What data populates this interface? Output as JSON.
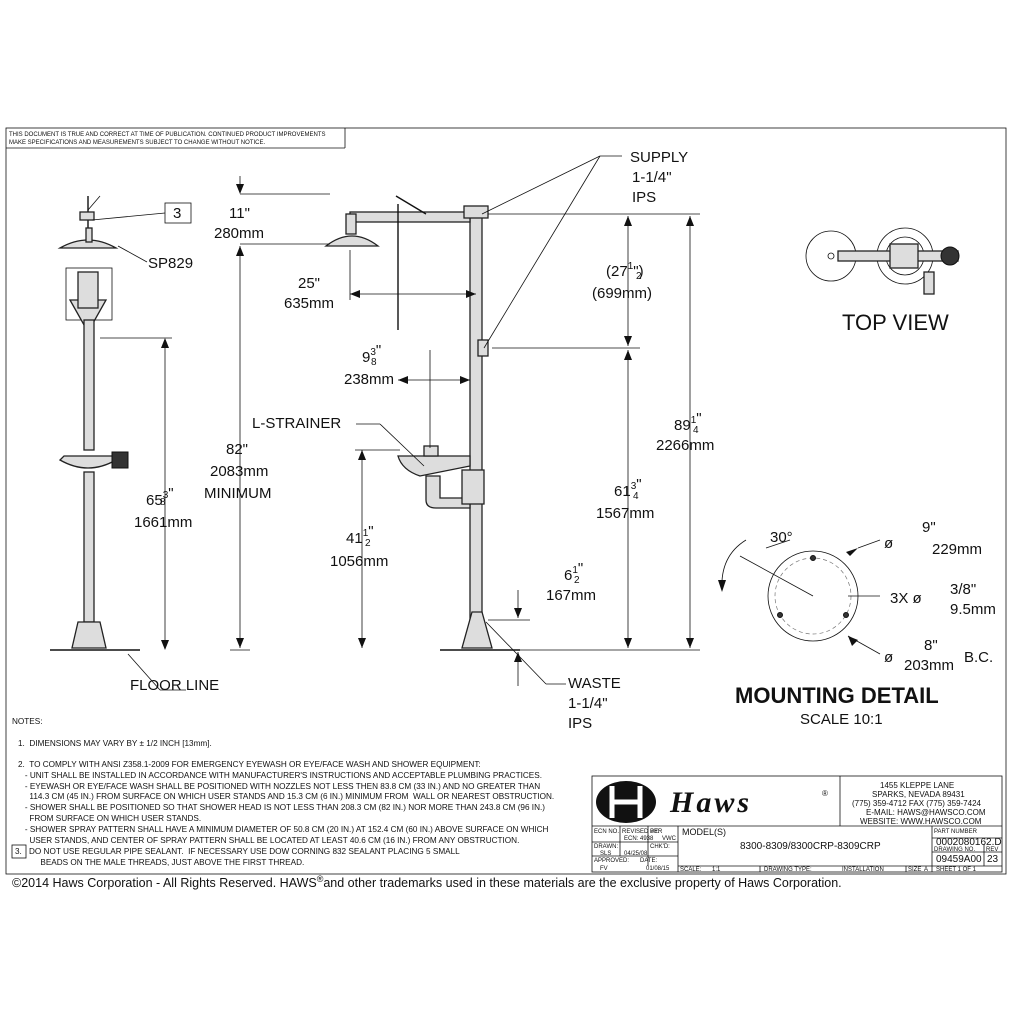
{
  "disclaimer_1": "THIS DOCUMENT IS TRUE AND CORRECT AT TIME OF PUBLICATION. CONTINUED PRODUCT IMPROVEMENTS",
  "disclaimer_2": "MAKE SPECIFICATIONS AND MEASUREMENTS SUBJECT TO CHANGE WITHOUT NOTICE.",
  "callouts": {
    "note_ref": "3",
    "sp829": "SP829",
    "supply_1": "SUPPLY",
    "supply_2": "1-1/4\"",
    "supply_3": "IPS",
    "l_strainer": "L-STRAINER",
    "floor_line": "FLOOR LINE",
    "waste_1": "WASTE",
    "waste_2": "1-1/4\"",
    "waste_3": "IPS"
  },
  "dims": {
    "d11_in": "11\"",
    "d11_mm": "280mm",
    "d25_in": "25\"",
    "d25_mm": "635mm",
    "d9_whole": "9",
    "d9_frac_n": "3",
    "d9_frac_d": "8",
    "d9_unit": "\"",
    "d9_mm": "238mm",
    "d82_in": "82\"",
    "d82_mm": "2083mm",
    "d82_min": "MINIMUM",
    "d65_whole": "65",
    "d65_frac_n": "3",
    "d65_frac_d": "8",
    "d65_unit": "\"",
    "d65_mm": "1661mm",
    "d41_whole": "41",
    "d41_frac_n": "1",
    "d41_frac_d": "2",
    "d41_unit": "\"",
    "d41_mm": "1056mm",
    "d27_open": "(27",
    "d27_frac_n": "1",
    "d27_frac_d": "2",
    "d27_close": "\")",
    "d27_mm": "(699mm)",
    "d89_whole": "89",
    "d89_frac_n": "1",
    "d89_frac_d": "4",
    "d89_unit": "\"",
    "d89_mm": "2266mm",
    "d61_whole": "61",
    "d61_frac_n": "3",
    "d61_frac_d": "4",
    "d61_unit": "\"",
    "d61_mm": "1567mm",
    "d6_whole": "6",
    "d6_frac_n": "1",
    "d6_frac_d": "2",
    "d6_unit": "\"",
    "d6_mm": "167mm"
  },
  "top_view_label": "TOP VIEW",
  "mounting": {
    "angle": "30°",
    "dia_sym": "ø",
    "d9_in": "9\"",
    "d9_mm": "229mm",
    "holes_prefix": "3X ø",
    "holes_in": "3/8\"",
    "holes_mm": "9.5mm",
    "bc_in": "8\"",
    "bc_mm": "203mm",
    "bc_label": "B.C.",
    "title": "MOUNTING DETAIL",
    "scale": "SCALE 10:1"
  },
  "notes": {
    "heading": "NOTES:",
    "n1": "1.  DIMENSIONS MAY VARY BY ± 1/2 INCH [13mm].",
    "n2": "2.  TO COMPLY WITH ANSI Z358.1-2009 FOR EMERGENCY EYEWASH OR EYE/FACE WASH AND SHOWER EQUIPMENT:\n   - UNIT SHALL BE INSTALLED IN ACCORDANCE WITH MANUFACTURER'S INSTRUCTIONS AND ACCEPTABLE PLUMBING PRACTICES.\n   - EYEWASH OR EYE/FACE WASH SHALL BE POSITIONED WITH NOZZLES NOT LESS THEN 83.8 CM (33 IN.) AND NO GREATER THAN\n     114.3 CM (45 IN.) FROM SURFACE ON WHICH USER STANDS AND 15.3 CM (6 IN.) MINIMUM FROM  WALL OR NEAREST OBSTRUCTION.\n   - SHOWER SHALL BE POSITIONED SO THAT SHOWER HEAD IS NOT LESS THAN 208.3 CM (82 IN.) NOR MORE THAN 243.8 CM (96 IN.)\n     FROM SURFACE ON WHICH USER STANDS.\n   - SHOWER SPRAY PATTERN SHALL HAVE A MINIMUM DIAMETER OF 50.8 CM (20 IN.) AT 152.4 CM (60 IN.) ABOVE SURFACE ON WHICH\n     USER STANDS, AND CENTER OF SPRAY PATTERN SHALL BE LOCATED AT LEAST 40.6 CM (16 IN.) FROM ANY OBSTRUCTION.",
    "n3_num": "3.",
    "n3": "DO NOT USE REGULAR PIPE SEALANT.  IF NECESSARY USE DOW CORNING 832 SEALANT PLACING 5 SMALL\n     BEADS ON THE MALE THREADS, JUST ABOVE THE FIRST THREAD."
  },
  "title_block": {
    "logo_text": "Haws",
    "reg": "®",
    "addr_1": "1455 KLEPPE LANE",
    "addr_2": "SPARKS, NEVADA  89431",
    "addr_3": "(775) 359-4712  FAX (775) 359-7424",
    "addr_4": "E-MAIL:  HAWS@HAWSCO.COM",
    "addr_5": "WEBSITE: WWW.HAWSCO.COM",
    "ecn_no": "ECN NO.",
    "revised_per": "REVISED PER",
    "ecn_val": "ECN: 4938",
    "by": "BY:",
    "by_val": "VWC",
    "drawn": "DRAWN:",
    "drawn_val": "SLS",
    "date1": "04/25/08",
    "chkd": "CHK'D:",
    "approved": "APPROVED:",
    "approved_val": "FV",
    "date_lbl": "DATE:",
    "date2": "01/08/15",
    "models_lbl": "MODEL(S)",
    "models": "8300-8309/8300CRP-8309CRP",
    "scale_lbl": "SCALE:",
    "scale_val": "1:1",
    "drawing_type_lbl": "DRAWING TYPE:",
    "drawing_type": "INSTALLATION",
    "size_lbl": "SIZE",
    "size_val": "A",
    "sheet": "SHEET  1  OF  1",
    "part_no_lbl": "PART NUMBER",
    "part_no": "0002080162.D",
    "drawing_no_lbl": "DRAWING NO.",
    "drawing_no": "09459A00",
    "rev_lbl": "REV",
    "rev": "23"
  },
  "copyright_a": "©2014 Haws Corporation - All Rights Reserved.  HAWS",
  "copyright_reg": "®",
  "copyright_b": "and other trademarks used in these materials are the exclusive property of Haws Corporation."
}
